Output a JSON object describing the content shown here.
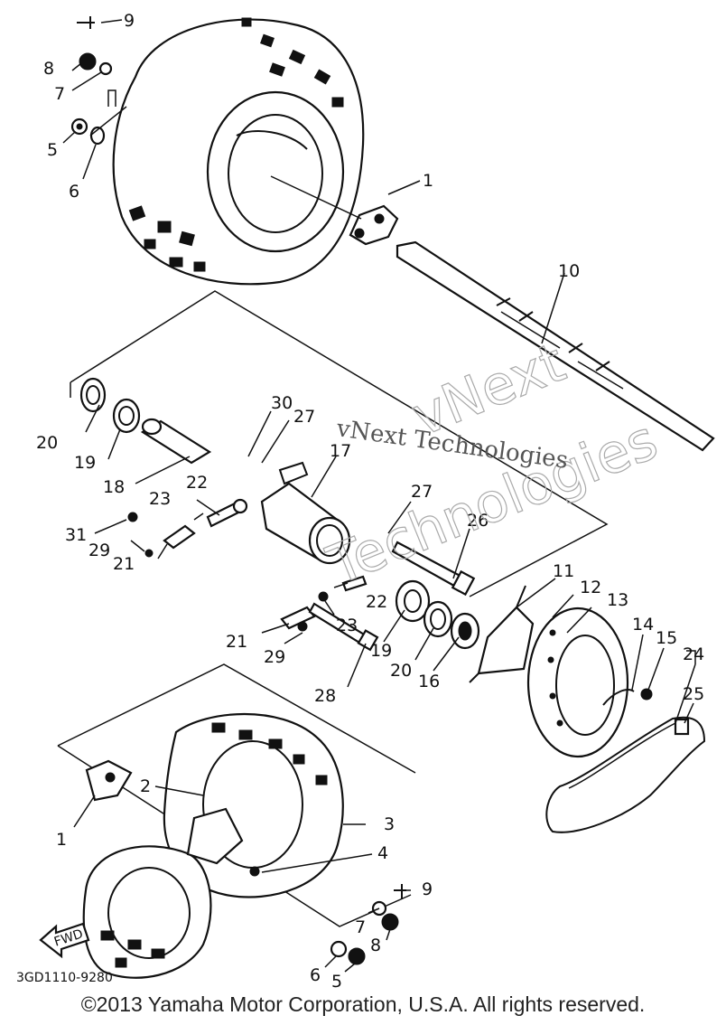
{
  "diagram": {
    "drawing_code": "3GD1110-9280",
    "fwd_label": "FWD",
    "copyright": "©2013 Yamaha Motor Corporation, U.S.A. All rights reserved.",
    "watermark_line": "vNext Technologies",
    "watermark_outline_1": "vNext",
    "watermark_outline_2": "Technologies",
    "callouts": [
      {
        "id": "c-9-top",
        "text": "9"
      },
      {
        "id": "c-8-top",
        "text": "8"
      },
      {
        "id": "c-7-top",
        "text": "7"
      },
      {
        "id": "c-5-top",
        "text": "5"
      },
      {
        "id": "c-6-top",
        "text": "6"
      },
      {
        "id": "c-1-top",
        "text": "1"
      },
      {
        "id": "c-10",
        "text": "10"
      },
      {
        "id": "c-20-left",
        "text": "20"
      },
      {
        "id": "c-19-left",
        "text": "19"
      },
      {
        "id": "c-18",
        "text": "18"
      },
      {
        "id": "c-30",
        "text": "30"
      },
      {
        "id": "c-27-top",
        "text": "27"
      },
      {
        "id": "c-17",
        "text": "17"
      },
      {
        "id": "c-22-top",
        "text": "22"
      },
      {
        "id": "c-23-top",
        "text": "23"
      },
      {
        "id": "c-31",
        "text": "31"
      },
      {
        "id": "c-29-left",
        "text": "29"
      },
      {
        "id": "c-21-left",
        "text": "21"
      },
      {
        "id": "c-27-mid",
        "text": "27"
      },
      {
        "id": "c-26",
        "text": "26"
      },
      {
        "id": "c-11",
        "text": "11"
      },
      {
        "id": "c-12",
        "text": "12"
      },
      {
        "id": "c-13",
        "text": "13"
      },
      {
        "id": "c-22-mid",
        "text": "22"
      },
      {
        "id": "c-23-mid",
        "text": "23"
      },
      {
        "id": "c-21-mid",
        "text": "21"
      },
      {
        "id": "c-29-mid",
        "text": "29"
      },
      {
        "id": "c-19-mid",
        "text": "19"
      },
      {
        "id": "c-20-mid",
        "text": "20"
      },
      {
        "id": "c-16",
        "text": "16"
      },
      {
        "id": "c-14",
        "text": "14"
      },
      {
        "id": "c-15",
        "text": "15"
      },
      {
        "id": "c-24",
        "text": "24"
      },
      {
        "id": "c-25",
        "text": "25"
      },
      {
        "id": "c-28",
        "text": "28"
      },
      {
        "id": "c-2",
        "text": "2"
      },
      {
        "id": "c-3",
        "text": "3"
      },
      {
        "id": "c-1-bot",
        "text": "1"
      },
      {
        "id": "c-4",
        "text": "4"
      },
      {
        "id": "c-9-bot",
        "text": "9"
      },
      {
        "id": "c-7-bot",
        "text": "7"
      },
      {
        "id": "c-8-bot",
        "text": "8"
      },
      {
        "id": "c-6-bot",
        "text": "6"
      },
      {
        "id": "c-5-bot",
        "text": "5"
      }
    ]
  }
}
